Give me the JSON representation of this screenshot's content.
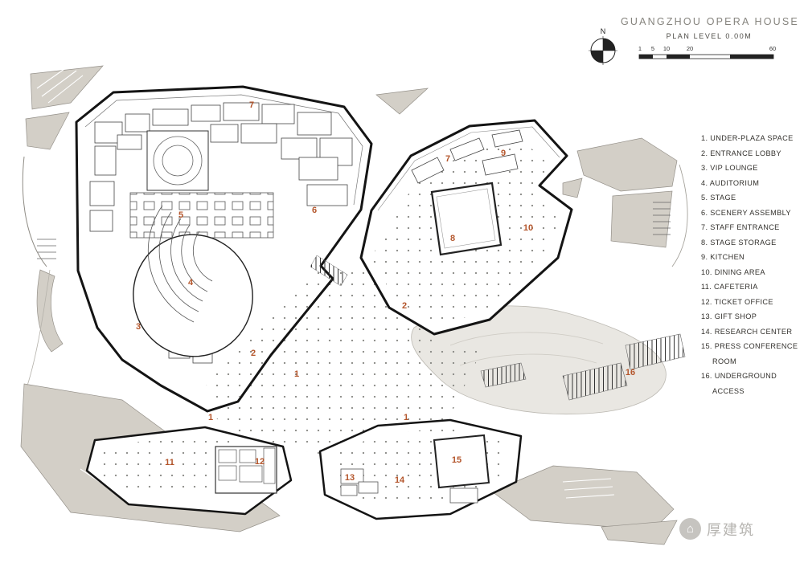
{
  "header": {
    "title": "GUANGZHOU OPERA HOUSE",
    "subtitle": "PLAN LEVEL 0.00M"
  },
  "compass": {
    "label": "N"
  },
  "scale_bar": {
    "ticks": [
      "1",
      "5",
      "10",
      "20",
      "60"
    ]
  },
  "legend": {
    "items": [
      {
        "text": "1. UNDER-PLAZA SPACE"
      },
      {
        "text": "2. ENTRANCE LOBBY"
      },
      {
        "text": "3. VIP LOUNGE"
      },
      {
        "text": "4. AUDITORIUM"
      },
      {
        "text": "5. STAGE"
      },
      {
        "text": "6. SCENERY ASSEMBLY"
      },
      {
        "text": "7. STAFF ENTRANCE"
      },
      {
        "text": "8. STAGE STORAGE"
      },
      {
        "text": "9. KITCHEN"
      },
      {
        "text": "10. DINING AREA"
      },
      {
        "text": "11. CAFETERIA"
      },
      {
        "text": "12. TICKET OFFICE"
      },
      {
        "text": "13. GIFT SHOP"
      },
      {
        "text": "14. RESEARCH CENTER"
      },
      {
        "text": "15. PRESS CONFERENCE",
        "line2": "ROOM"
      },
      {
        "text": "16. UNDERGROUND",
        "line2": "ACCESS"
      }
    ]
  },
  "plan_labels": [
    {
      "text": "7"
    },
    {
      "text": "5"
    },
    {
      "text": "6"
    },
    {
      "text": "4"
    },
    {
      "text": "3"
    },
    {
      "text": "2"
    },
    {
      "text": "1"
    },
    {
      "text": "1"
    },
    {
      "text": "7"
    },
    {
      "text": "9"
    },
    {
      "text": "8"
    },
    {
      "text": "10"
    },
    {
      "text": "2"
    },
    {
      "text": "1"
    },
    {
      "text": "16"
    },
    {
      "text": "11"
    },
    {
      "text": "12"
    },
    {
      "text": "13"
    },
    {
      "text": "14"
    },
    {
      "text": "15"
    }
  ],
  "watermark": {
    "text": "厚建筑"
  },
  "colors": {
    "accent": "#b4562c",
    "landscape_gray": "#d3cfc7",
    "landscape_light": "#e9e7e2",
    "building_outline": "#141414"
  }
}
